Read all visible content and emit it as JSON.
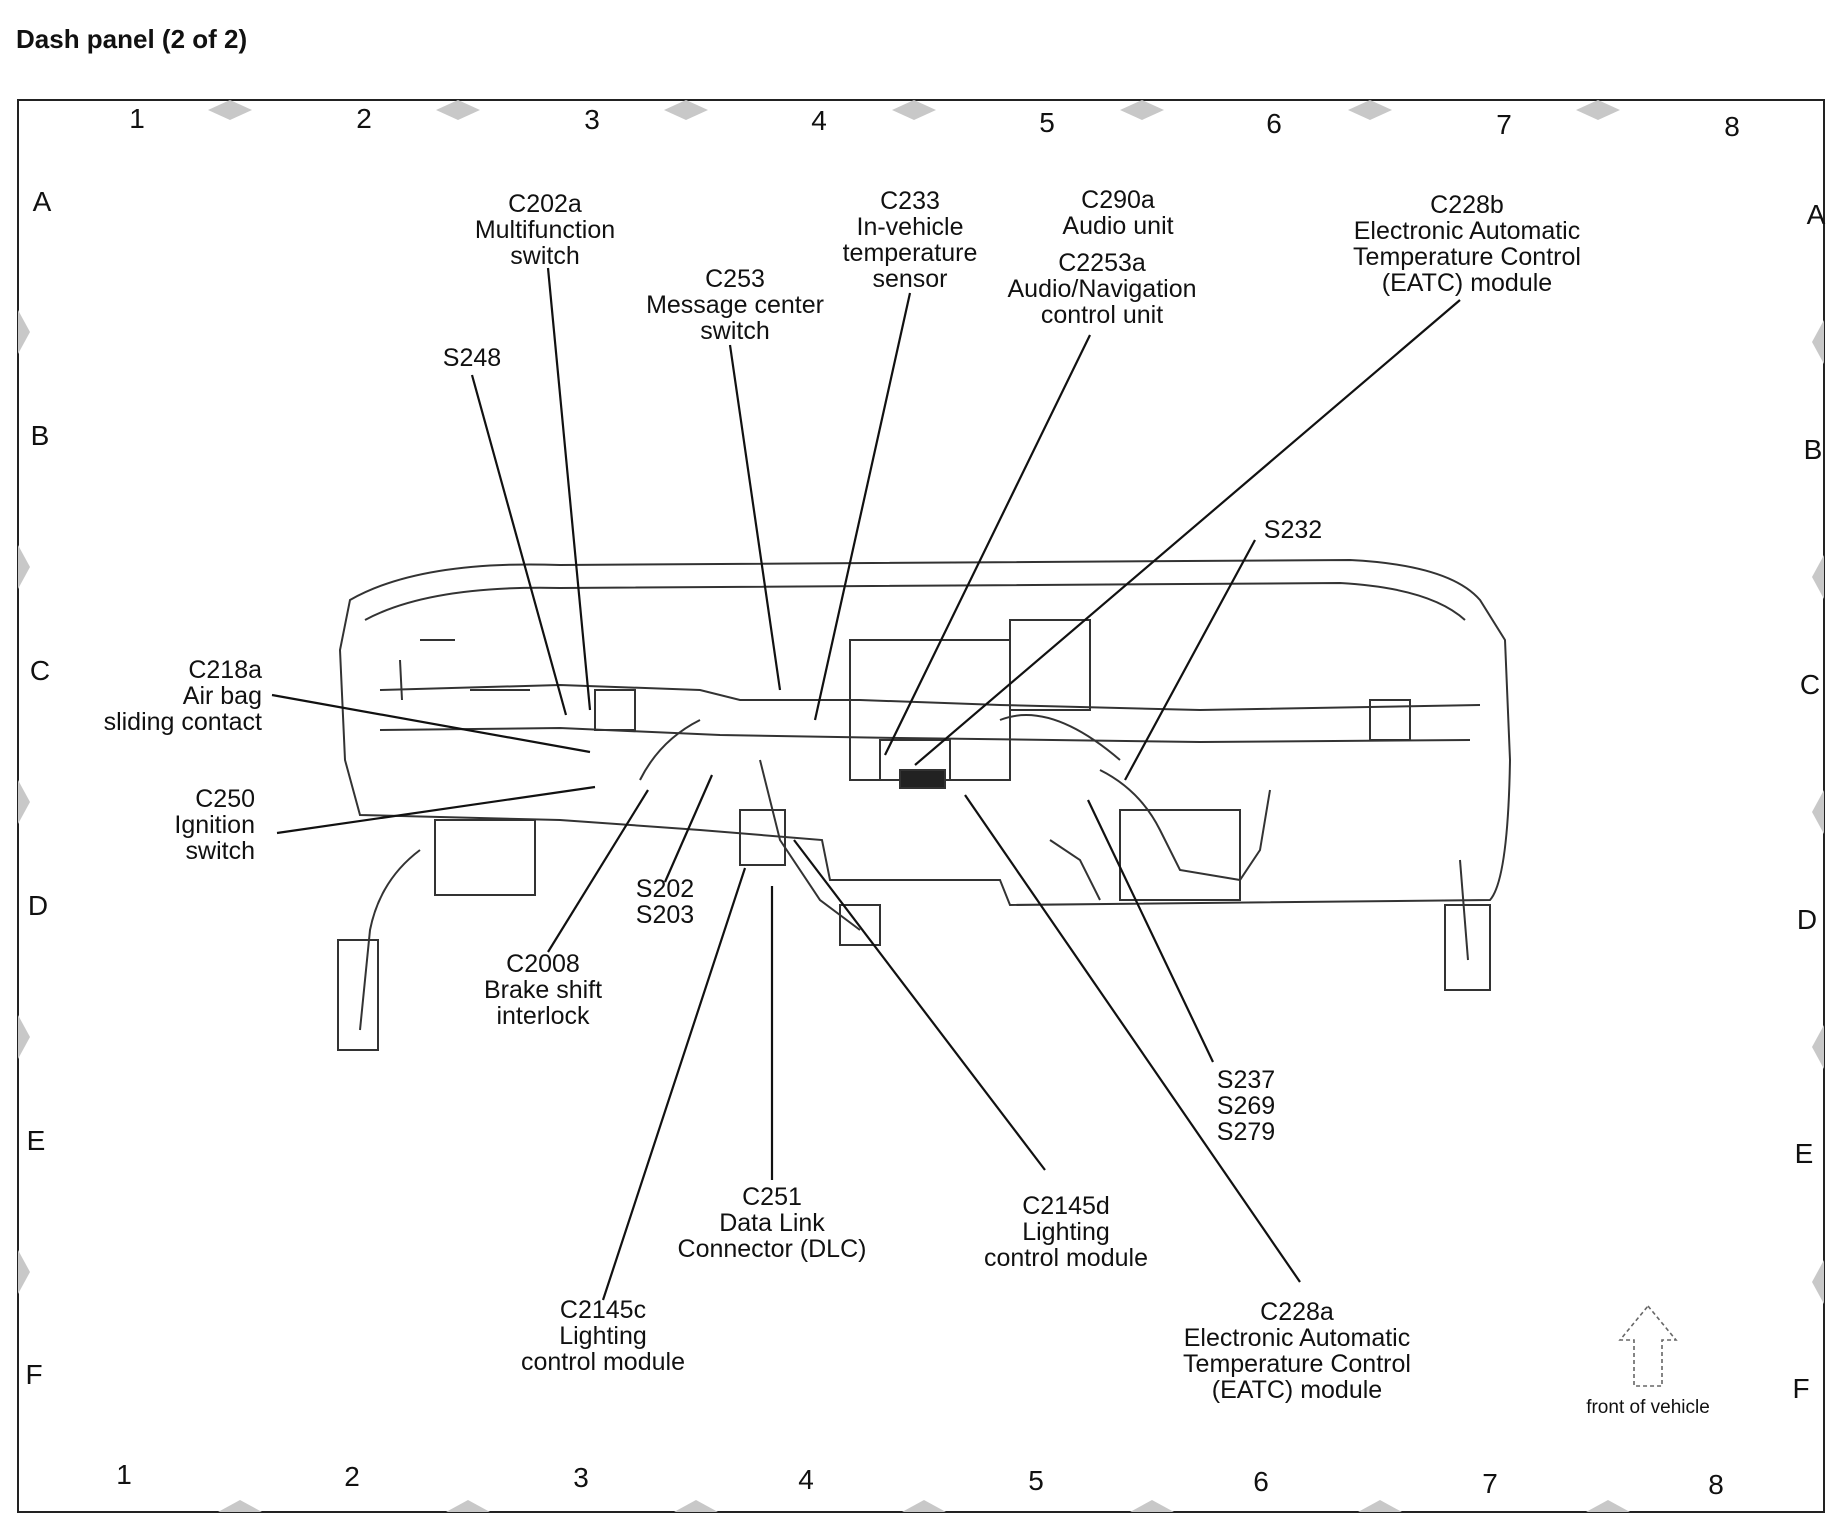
{
  "page_title": "Dash panel (2 of 2)",
  "grid": {
    "columns": [
      "1",
      "2",
      "3",
      "4",
      "5",
      "6",
      "7",
      "8"
    ],
    "rows": [
      "A",
      "B",
      "C",
      "D",
      "E",
      "F"
    ]
  },
  "callouts": {
    "c202a": [
      "C202a",
      "Multifunction",
      "switch"
    ],
    "c233": [
      "C233",
      "In-vehicle",
      "temperature",
      "sensor"
    ],
    "c290a": [
      "C290a",
      "Audio unit"
    ],
    "c2253a": [
      "C2253a",
      "Audio/Navigation",
      "control unit"
    ],
    "c228b": [
      "C228b",
      "Electronic Automatic",
      "Temperature Control",
      "(EATC) module"
    ],
    "c253": [
      "C253",
      "Message center",
      "switch"
    ],
    "s248": [
      "S248"
    ],
    "s232": [
      "S232"
    ],
    "c218a": [
      "C218a",
      "Air bag",
      "sliding contact"
    ],
    "c250": [
      "C250",
      "Ignition",
      "switch"
    ],
    "s202": [
      "S202",
      "S203"
    ],
    "c2008": [
      "C2008",
      "Brake shift",
      "interlock"
    ],
    "s237": [
      "S237",
      "S269",
      "S279"
    ],
    "c251": [
      "C251",
      "Data Link",
      "Connector (DLC)"
    ],
    "c2145d": [
      "C2145d",
      "Lighting",
      "control module"
    ],
    "c2145c": [
      "C2145c",
      "Lighting",
      "control module"
    ],
    "c228a": [
      "C228a",
      "Electronic Automatic",
      "Temperature Control",
      "(EATC) module"
    ]
  },
  "front_of_vehicle": "front of vehicle"
}
